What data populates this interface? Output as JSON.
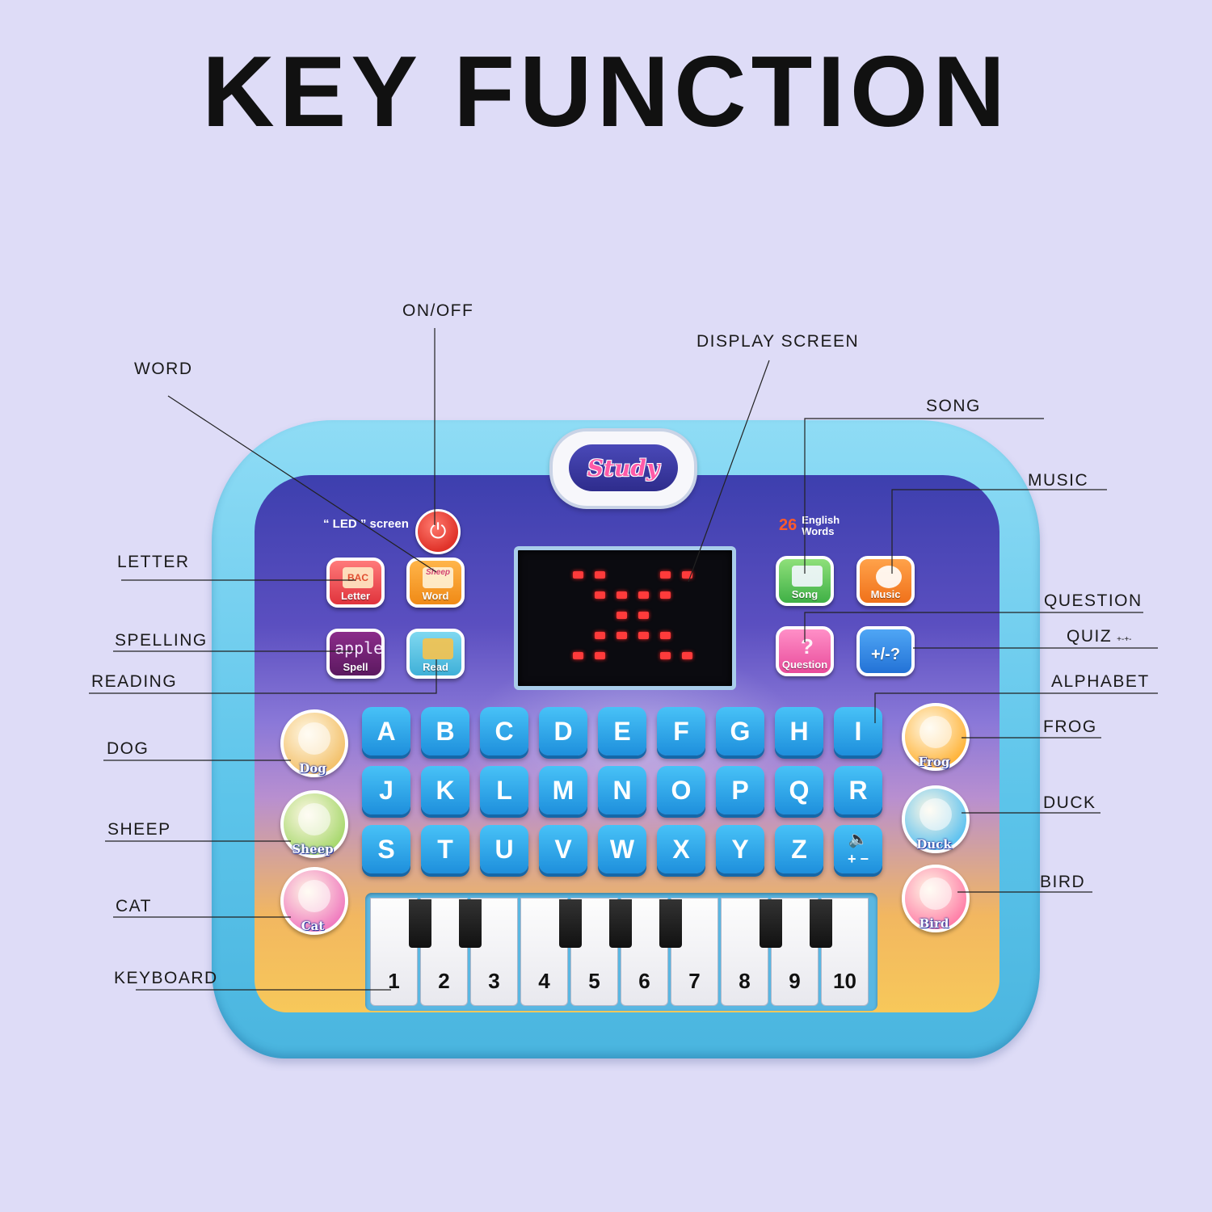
{
  "title": "KEY FUNCTION",
  "callouts": {
    "on_off": "ON/OFF",
    "display_screen": "DISPLAY SCREEN",
    "word": "WORD",
    "song": "SONG",
    "music": "MUSIC",
    "letter": "LETTER",
    "question": "QUESTION",
    "quiz": "QUIZ",
    "quiz_sub": "+-+-",
    "spelling": "SPELLING",
    "reading": "READING",
    "alphabet": "ALPHABET",
    "dog": "DOG",
    "frog": "FROG",
    "sheep": "SHEEP",
    "duck": "DUCK",
    "cat": "CAT",
    "bird": "BIRD",
    "keyboard": "KEYBOARD"
  },
  "device": {
    "brand": "Study",
    "led_label": "“ LED ” screen",
    "words_count": "26",
    "words_label_1": "English",
    "words_label_2": "Words",
    "power_icon": "power-icon",
    "buttons": {
      "letter": "Letter",
      "word": "Word",
      "word_icon_text": "Sheep",
      "letter_icon_text": "BAC",
      "spell": "Spell",
      "spell_icon_text": "apple",
      "read": "Read",
      "song": "Song",
      "music": "Music",
      "question": "Question",
      "quiz": "+/-?"
    },
    "keys_row1": [
      "A",
      "B",
      "C",
      "D",
      "E",
      "F",
      "G",
      "H",
      "I"
    ],
    "keys_row2": [
      "J",
      "K",
      "L",
      "M",
      "N",
      "O",
      "P",
      "Q",
      "R"
    ],
    "keys_row3": [
      "S",
      "T",
      "U",
      "V",
      "W",
      "X",
      "Y",
      "Z"
    ],
    "volume_key_icon": "speaker-icon",
    "volume_key_text": "+ −",
    "animals_left": [
      "Dog",
      "Sheep",
      "Cat"
    ],
    "animals_right": [
      "Frog",
      "Duck",
      "Bird"
    ],
    "piano_keys": [
      "1",
      "2",
      "3",
      "4",
      "5",
      "6",
      "7",
      "8",
      "9",
      "10"
    ],
    "colors": {
      "frame": "#5cc4ea",
      "key": "#1e8fdc",
      "led": "#ff3b3b",
      "power": "#e0332a"
    }
  }
}
